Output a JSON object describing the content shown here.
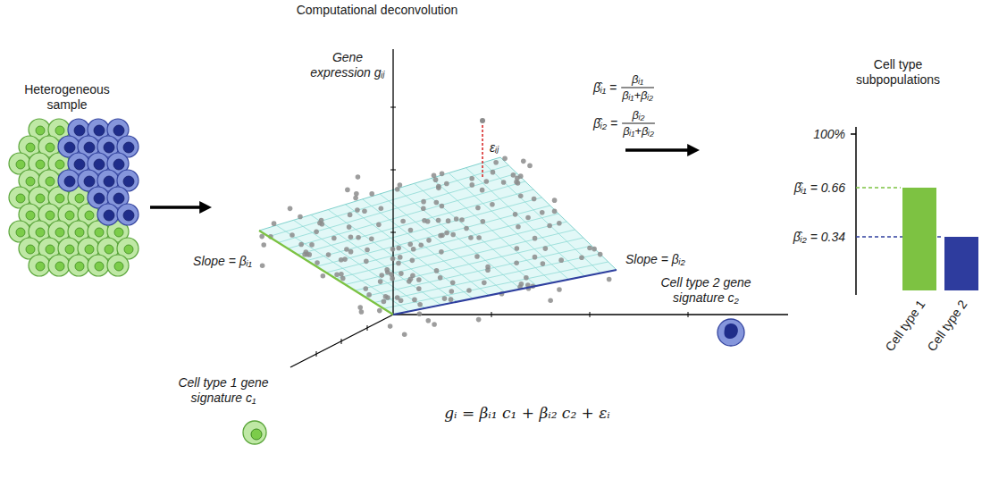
{
  "diagram": {
    "title": "Computational deconvolution",
    "labels": [
      "Heterogeneous sample",
      "Gene expression gᵢⱼ",
      "εᵢⱼ",
      "β̂ᵢ₁ =",
      "βᵢ₁",
      "βᵢ₁+βᵢ₂",
      "β̂ᵢ₂ =",
      "βᵢ₂",
      "βᵢ₁+βᵢ₂",
      "Slope = βᵢ₁",
      "Slope = βᵢ₂",
      "Cell type 2 gene signature c₂",
      "Cell type 1 gene signature c₁",
      "gᵢ = βᵢ₁ c₁ + βᵢ₂ c₂ + εᵢ",
      "Cell type subpopulations",
      "100%",
      "β̂ᵢ₁ = 0.66",
      "β̂ᵢ₂ = 0.34",
      "Cell type 1",
      "Cell type 2"
    ]
  }
}
